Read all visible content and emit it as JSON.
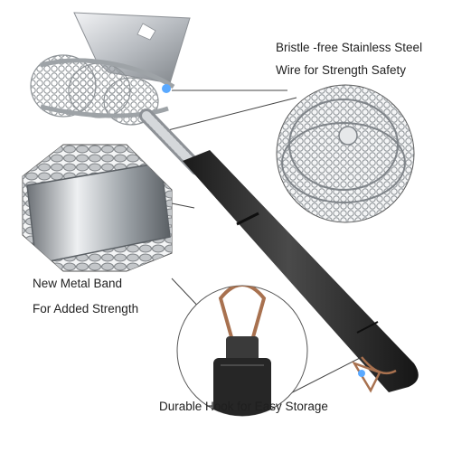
{
  "captions": {
    "bristle_line1": "Bristle -free Stainless Steel",
    "bristle_line2": "Wire for Strength Safety",
    "band_line1": "New Metal Band",
    "band_line2": "For Added Strength",
    "hook": "Durable Hook for Easy Storage"
  },
  "colors": {
    "handle": "#2b2b2b",
    "steel": "#c9ccd0",
    "steel_dark": "#8d9196",
    "callout_line": "#444444",
    "accent_marker": "#5aa9ff",
    "hook_copper": "#a8714f"
  },
  "icons": {
    "bristle_callout": "coil-closeup-icon",
    "band_callout": "metal-band-closeup-icon",
    "hook_callout": "hook-closeup-icon"
  }
}
